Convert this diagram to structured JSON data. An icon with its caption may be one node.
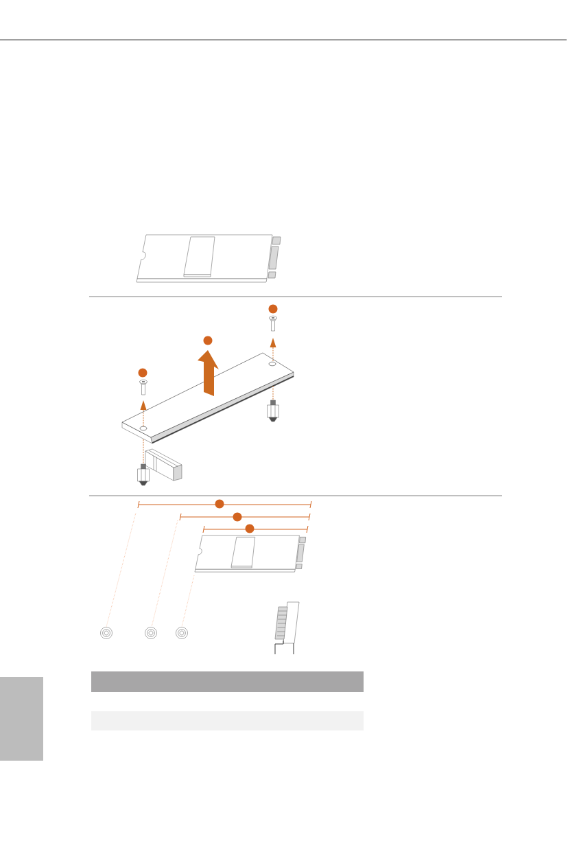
{
  "diagram": {
    "nodes": [
      {
        "text": [],
        "shape": "circle"
      },
      {
        "text": [],
        "shape": "circle"
      },
      {
        "text": [],
        "shape": "circle"
      },
      {
        "text": [],
        "shape": "circle"
      },
      {
        "text": [],
        "shape": "circle"
      },
      {
        "text": [],
        "shape": "circle"
      },
      {
        "text": [],
        "shape": "box"
      }
    ]
  }
}
